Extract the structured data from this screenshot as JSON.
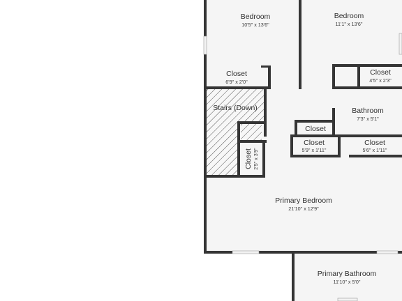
{
  "rooms": {
    "bedroom_left": {
      "name": "Bedroom",
      "dims": "10'5\" x 13'6\""
    },
    "bedroom_right": {
      "name": "Bedroom",
      "dims": "11'1\" x 13'6\""
    },
    "closet_left": {
      "name": "Closet",
      "dims": "6'9\" x 2'0\""
    },
    "closet_top_right": {
      "name": "Closet",
      "dims": "4'5\" x 2'3\""
    },
    "stairs": {
      "name": "Stairs (Down)"
    },
    "bathroom": {
      "name": "Bathroom",
      "dims": "7'3\" x 5'1\""
    },
    "closet_small": {
      "name": "Closet"
    },
    "closet_hall_a": {
      "name": "Closet",
      "dims": "5'9\" x 1'11\""
    },
    "closet_hall_b": {
      "name": "Closet",
      "dims": "5'6\" x 1'11\""
    },
    "closet_vertical": {
      "name": "Closet",
      "dims": "2'5\" x 3'9\""
    },
    "primary_bedroom": {
      "name": "Primary Bedroom",
      "dims": "21'10\" x 12'9\""
    },
    "primary_bathroom": {
      "name": "Primary Bathroom",
      "dims": "11'10\" x 5'0\""
    }
  },
  "colors": {
    "wall": "#353535",
    "floor": "#f5f5f5",
    "hatch": "#555555"
  }
}
